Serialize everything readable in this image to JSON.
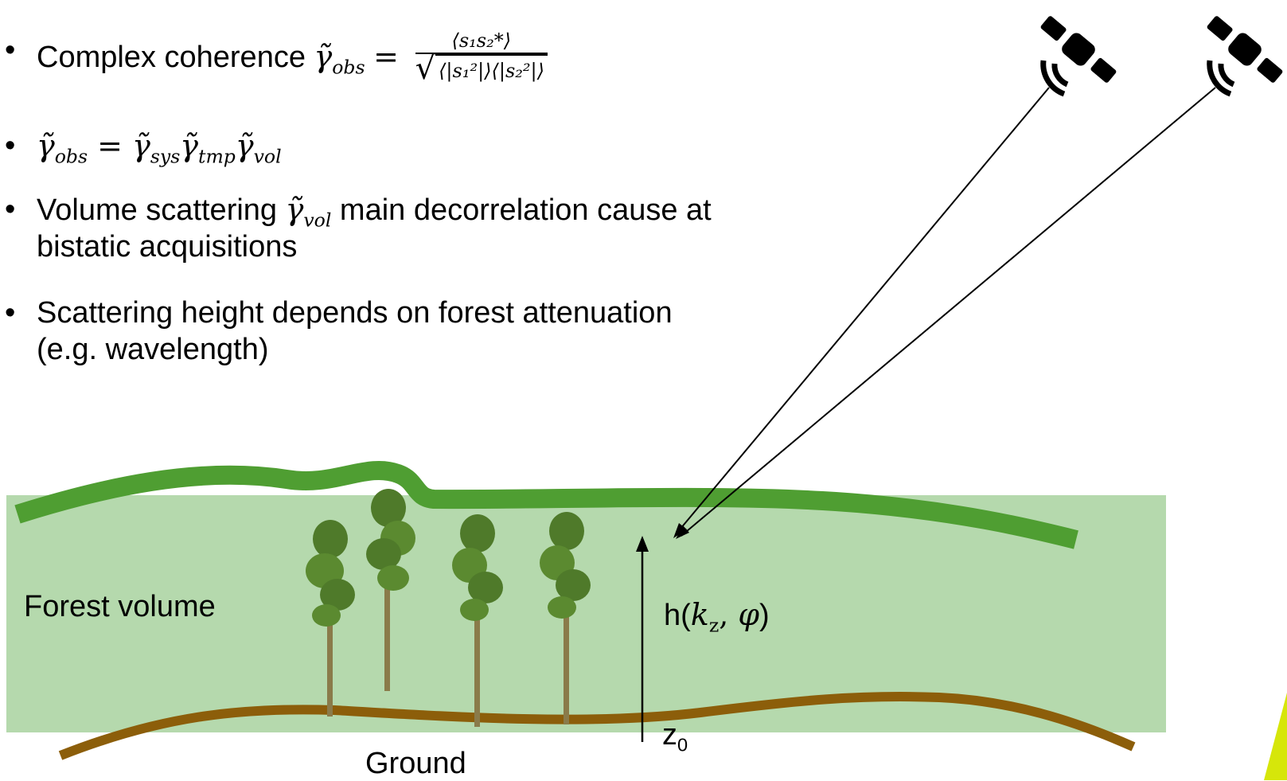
{
  "bullets": [
    {
      "text": "Complex coherence"
    },
    {
      "text": ""
    },
    {
      "text_before": "Volume scattering",
      "text_after": "main decorrelation cause at",
      "text_line2": "bistatic acquisitions"
    },
    {
      "text": "Scattering height depends on forest attenuation",
      "text_line2": "(e.g. wavelength)"
    }
  ],
  "formulas": {
    "gamma_obs": "γ̃",
    "gamma_obs_sub": "obs",
    "equals": "=",
    "numerator": "⟨s₁s₂*⟩",
    "denominator": "⟨|s₁²|⟩⟨|s₂²|⟩",
    "product_sys": "sys",
    "product_tmp": "tmp",
    "product_vol": "vol"
  },
  "diagram": {
    "forest_label": "Forest volume",
    "height_label_prefix": "h(",
    "height_kz": "k",
    "height_kz_sub": "z",
    "height_sep": ", ",
    "height_phi": "φ",
    "height_label_suffix": ")",
    "z0_label": "z",
    "z0_sub": "0",
    "ground_label": "Ground"
  },
  "colors": {
    "volume_fill": "#b5d9ad",
    "canopy_line": "#4f9e32",
    "ground_line": "#8c5e0a",
    "accent_yellow": "#d6e60a",
    "tree_foliage": "#4f7a2a",
    "tree_trunk": "#8a7b4a"
  },
  "icons": [
    "satellite-icon",
    "satellite-icon"
  ]
}
